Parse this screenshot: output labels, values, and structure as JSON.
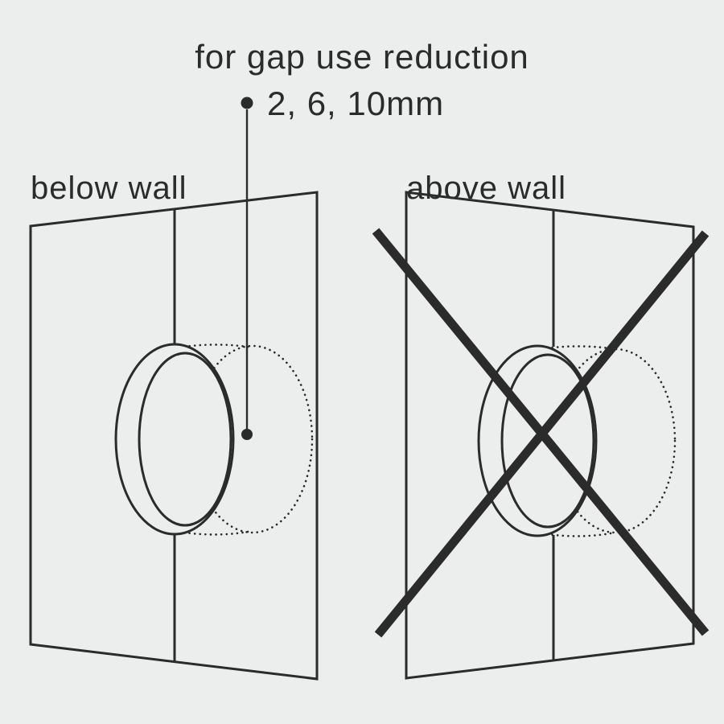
{
  "theme": {
    "bg_color": "#eceded",
    "line_color": "#2b2b2b",
    "text_color": "#2b2b2b"
  },
  "callout": {
    "title": "for gap use reduction",
    "value": "2, 6, 10mm"
  },
  "panels": {
    "left": {
      "label": "below wall",
      "status": "correct"
    },
    "right": {
      "label": "above wall",
      "status": "prohibited",
      "icon": "prohibited-cross-icon"
    }
  }
}
